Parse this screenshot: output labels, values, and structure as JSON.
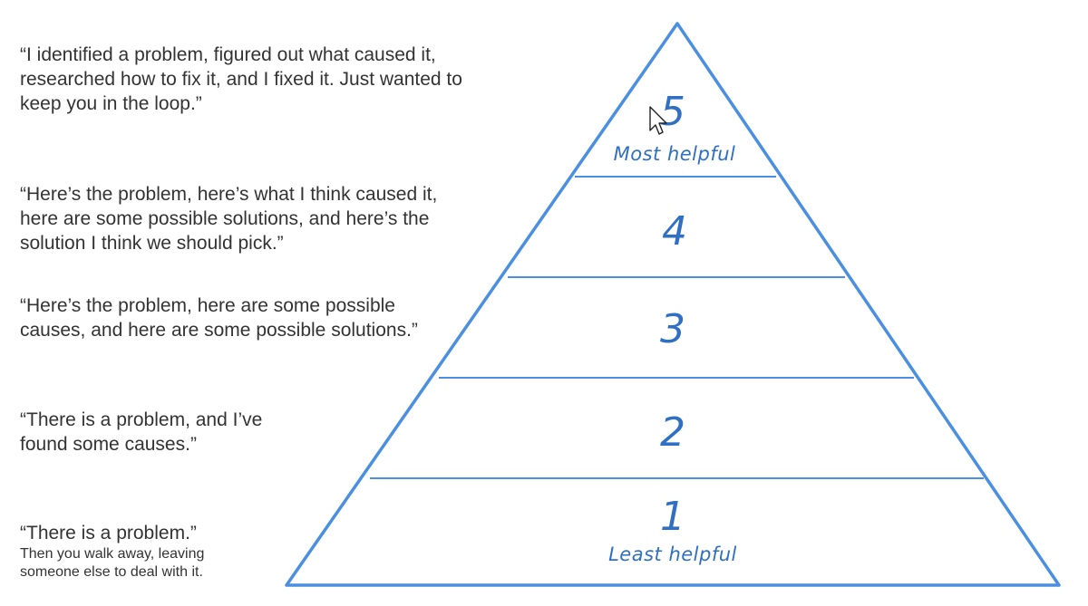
{
  "levels": [
    {
      "number": "5",
      "quote": "“I identified a problem, figured out what caused it,\nresearched how to fix it, and I fixed it. Just wanted to\nkeep you in the loop.”",
      "caption": "Most helpful"
    },
    {
      "number": "4",
      "quote": "“Here’s the problem, here’s what I think caused it,\nhere are some possible solutions, and here’s the\nsolution I think we should pick.”"
    },
    {
      "number": "3",
      "quote": "“Here’s the problem, here are some possible\ncauses, and here are some possible solutions.”"
    },
    {
      "number": "2",
      "quote": "“There is a problem, and I’ve\nfound some causes.”"
    },
    {
      "number": "1",
      "quote": "“There is a problem.”",
      "subquote": "Then you walk away, leaving\nsomeone else to deal with it.",
      "caption": "Least helpful"
    }
  ],
  "colors": {
    "pyramid_line": "#4a8fe0",
    "pyramid_text": "#2f6fc4",
    "quote_text": "#333333"
  },
  "cursor": "arrow-cursor-icon"
}
